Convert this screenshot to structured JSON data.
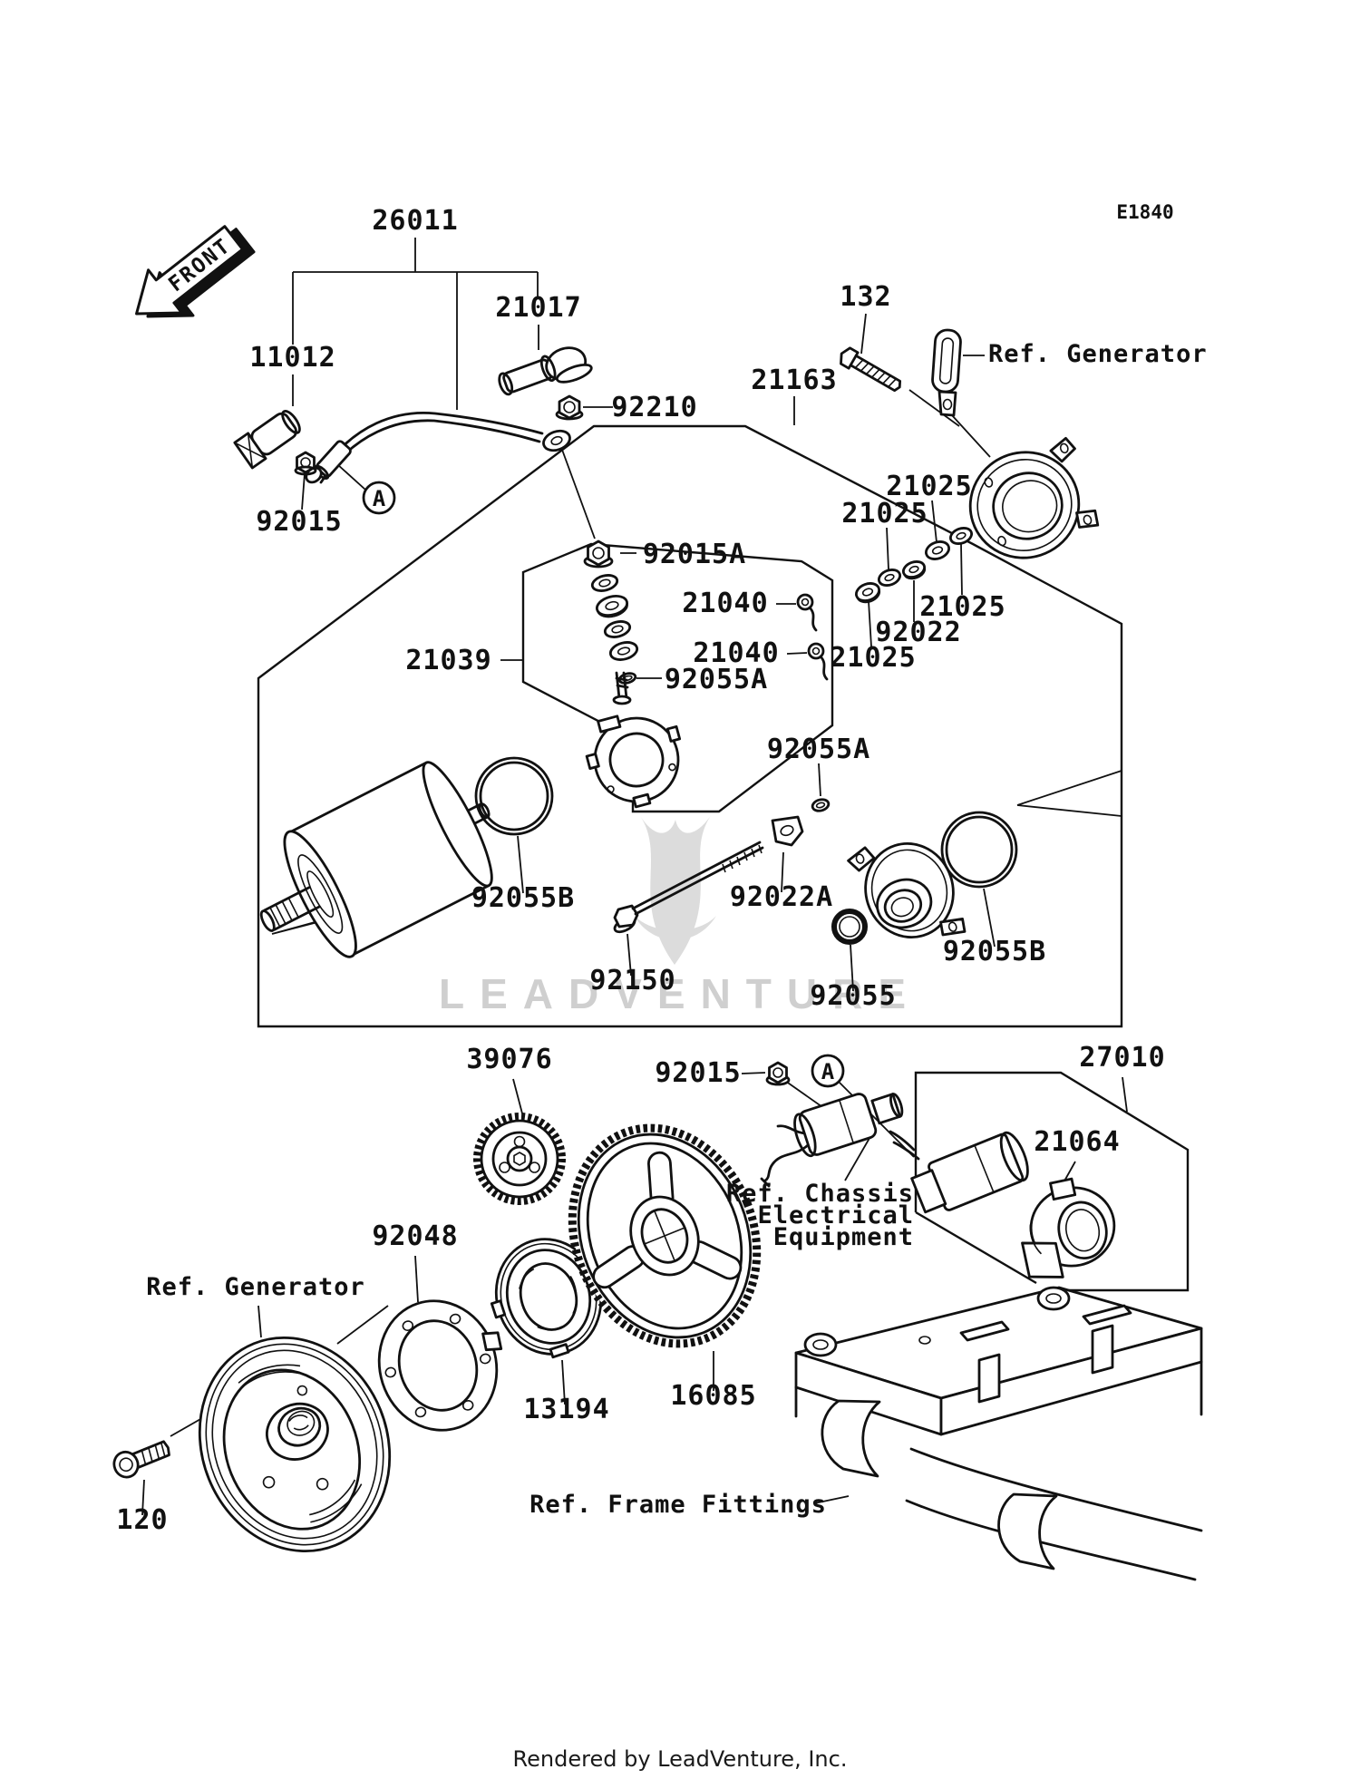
{
  "doc": {
    "code": "E1840",
    "front_label": "FRONT",
    "marker_a": "A",
    "watermark": "LEADVENTURE",
    "footer": "Rendered by LeadVenture, Inc."
  },
  "parts": {
    "26011": "26011",
    "21017": "21017",
    "11012": "11012",
    "92210": "92210",
    "92015": "92015",
    "132": "132",
    "21163": "21163",
    "21025": "21025",
    "92022": "92022",
    "92015A": "92015A",
    "21040": "21040",
    "21039": "21039",
    "92055A": "92055A",
    "92055B": "92055B",
    "92022A": "92022A",
    "92150": "92150",
    "92055": "92055",
    "39076": "39076",
    "27010": "27010",
    "21064": "21064",
    "92048": "92048",
    "13194": "13194",
    "16085": "16085",
    "120": "120"
  },
  "refs": {
    "generator": "Ref. Generator",
    "chassis_line1": "Ref. Chassis",
    "chassis_line2": "Electrical",
    "chassis_line3": "Equipment",
    "frame": "Ref. Frame Fittings"
  }
}
